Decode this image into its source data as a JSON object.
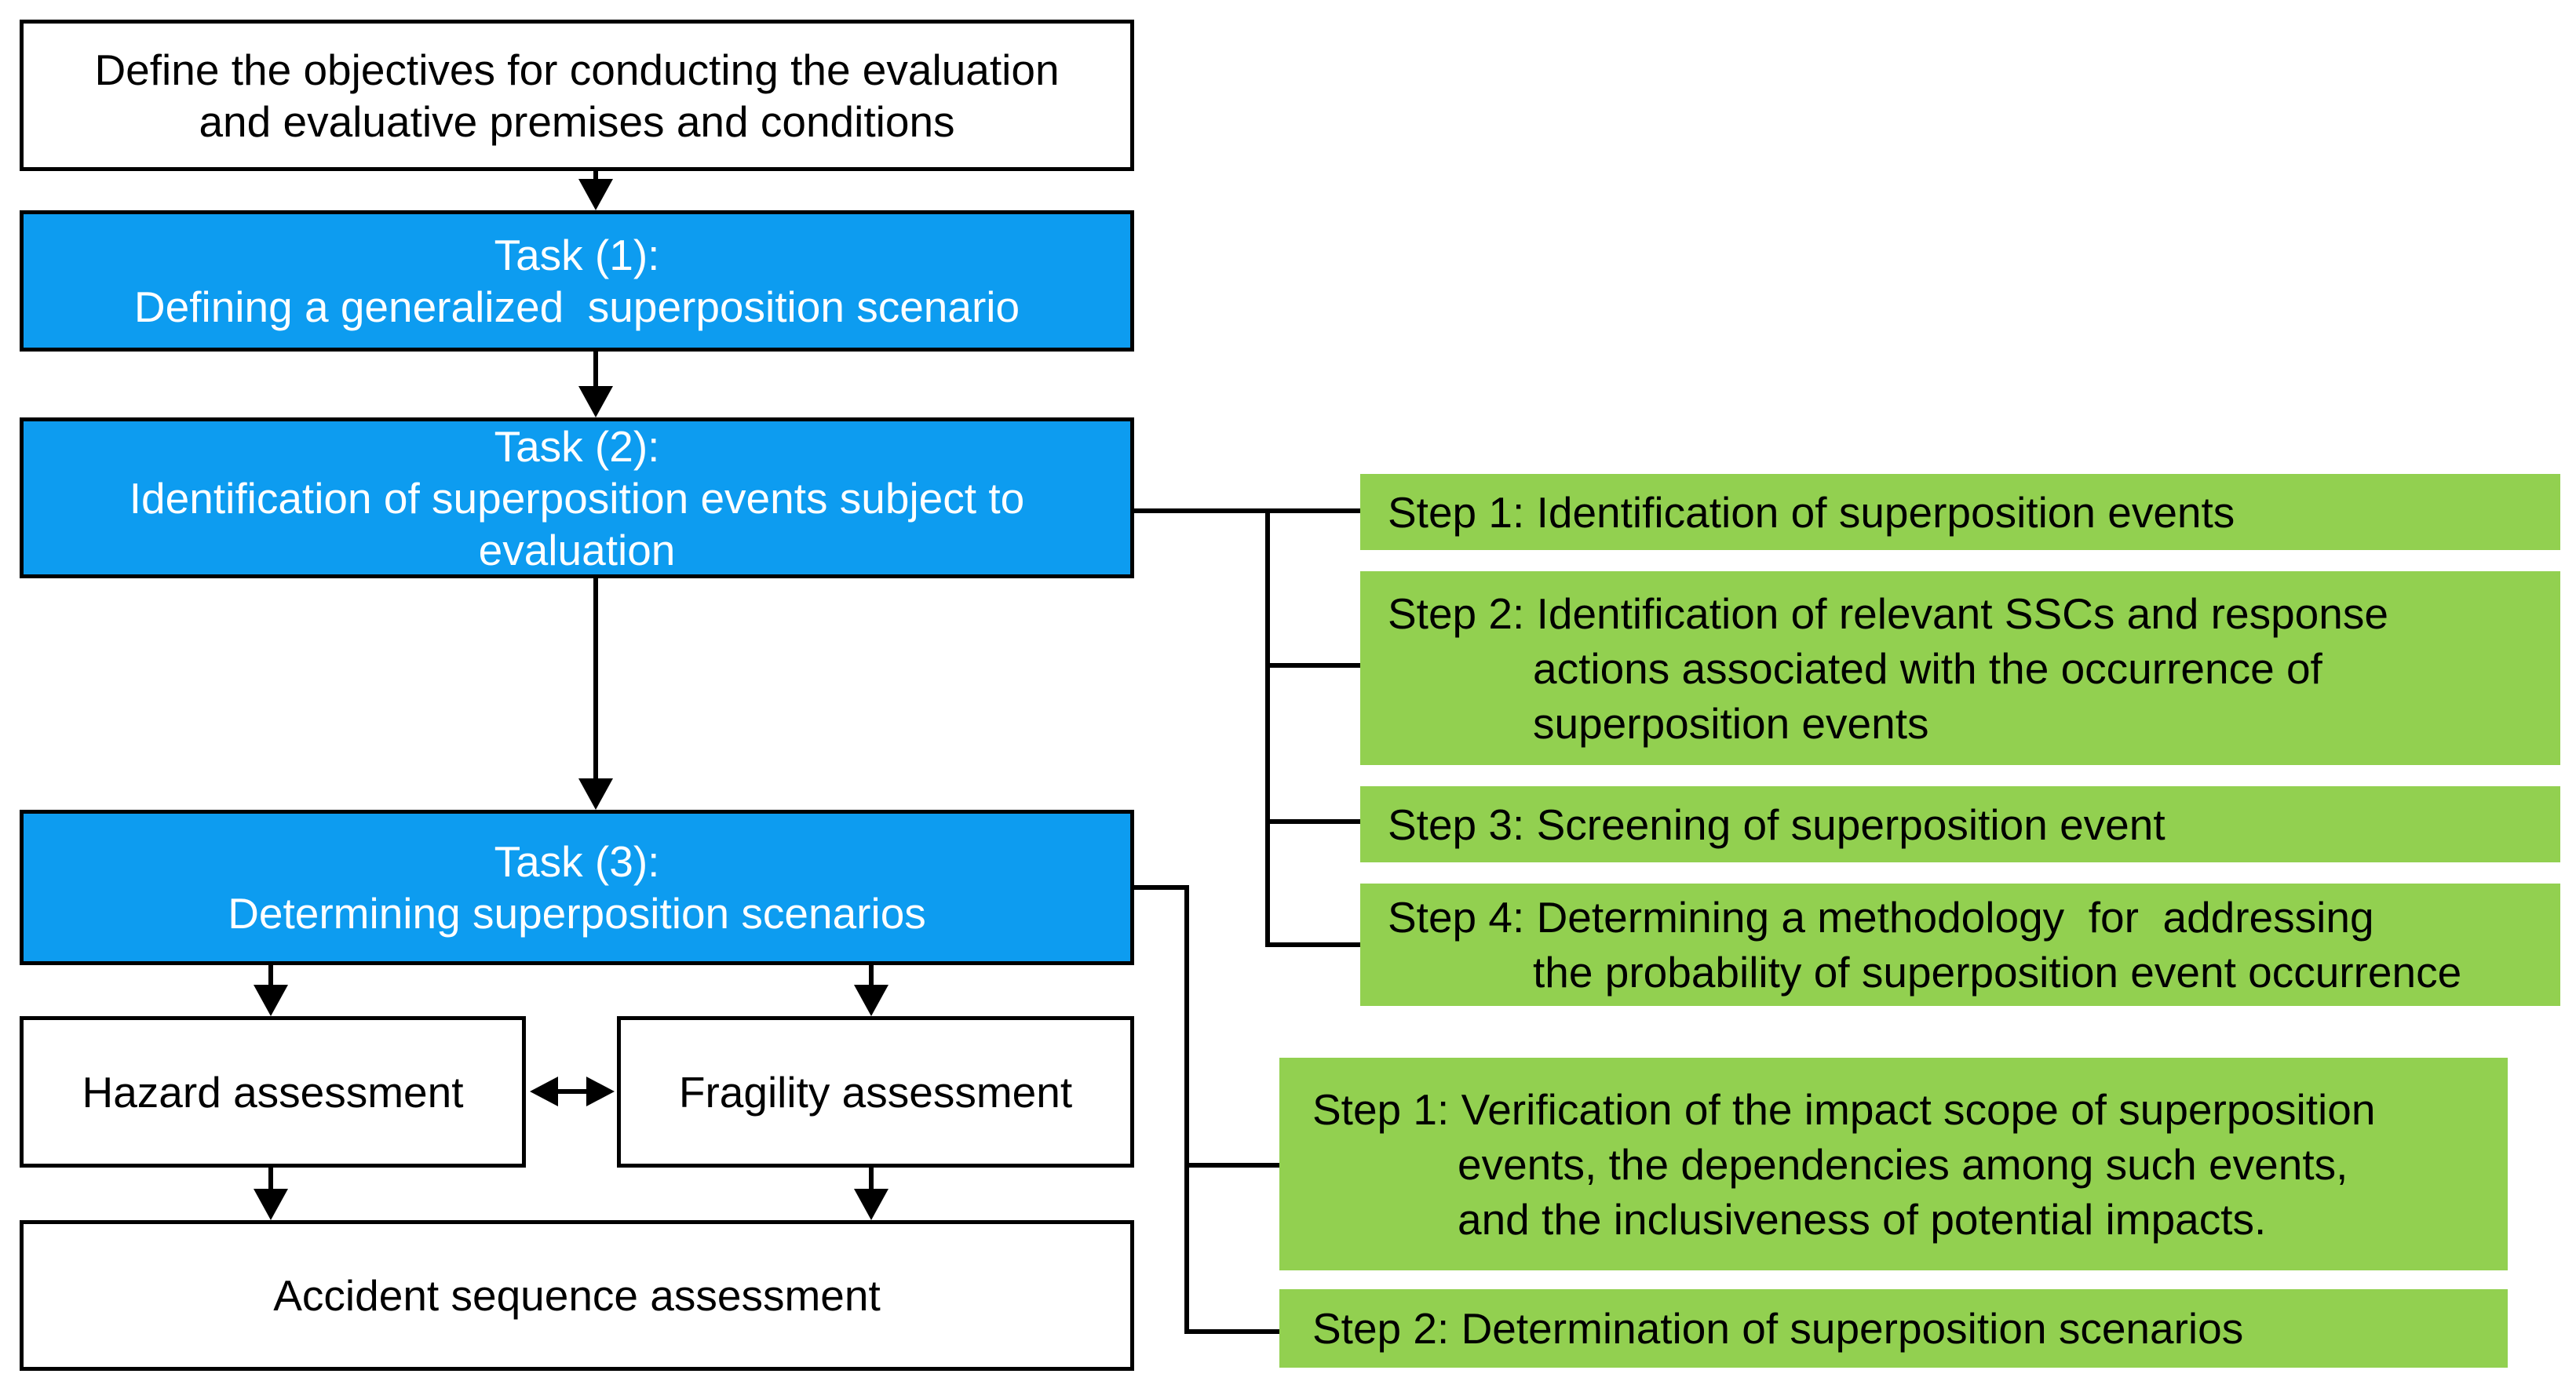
{
  "colors": {
    "blue": "#0d9cf0",
    "green": "#92d050",
    "line": "#000000",
    "white": "#ffffff"
  },
  "flow": {
    "objectives": {
      "lines": [
        "Define the objectives for conducting the evaluation",
        "and evaluative premises and conditions"
      ]
    },
    "task1": {
      "lines": [
        "Task (1):",
        "Defining a generalized  superposition scenario"
      ]
    },
    "task2": {
      "lines": [
        "Task (2):",
        "Identification of superposition events subject to",
        "evaluation"
      ]
    },
    "task3": {
      "lines": [
        "Task (3):",
        "Determining superposition scenarios"
      ]
    },
    "hazard": {
      "label": "Hazard assessment"
    },
    "fragility": {
      "label": "Fragility assessment"
    },
    "accident": {
      "label": "Accident sequence assessment"
    }
  },
  "task2_steps": {
    "step1": {
      "lines": [
        "Step 1: Identification of superposition events"
      ]
    },
    "step2": {
      "lines": [
        "Step 2: Identification of relevant SSCs and response",
        "actions associated with the occurrence of",
        "superposition events"
      ]
    },
    "step3": {
      "lines": [
        "Step 3: Screening of superposition event"
      ]
    },
    "step4": {
      "lines": [
        "Step 4: Determining a methodology  for  addressing",
        "the probability of superposition event occurrence"
      ]
    }
  },
  "task3_steps": {
    "step1": {
      "lines": [
        "Step 1: Verification of the impact scope of superposition",
        "events, the dependencies among such events,",
        "and the inclusiveness of potential impacts."
      ]
    },
    "step2": {
      "lines": [
        "Step 2: Determination of superposition scenarios"
      ]
    }
  }
}
